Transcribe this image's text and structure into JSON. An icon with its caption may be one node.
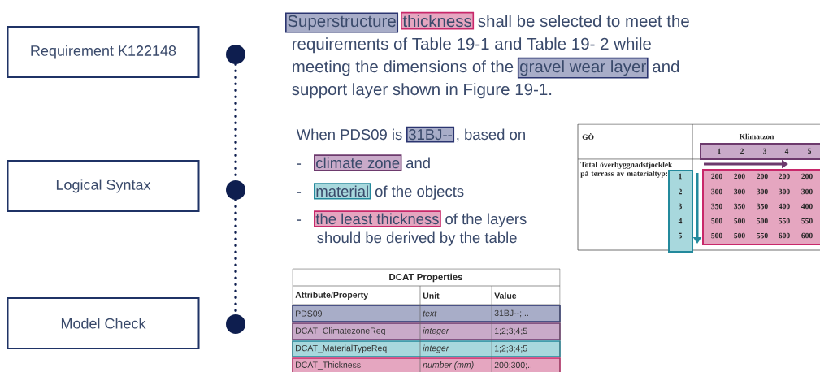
{
  "diagram": {
    "nodes": [
      {
        "text": [
          "Requirement K122148"
        ]
      },
      {
        "text": [
          "Logical Syntax"
        ]
      },
      {
        "text": [
          "Model Check"
        ]
      },
      {
        "text": [],
        "shape": "circle"
      },
      {
        "text": [],
        "shape": "circle"
      },
      {
        "text": [],
        "shape": "circle"
      }
    ],
    "edges": [
      {
        "from": 3,
        "to": 4,
        "arrow": "none",
        "style": "dashed"
      },
      {
        "from": 4,
        "to": 5,
        "arrow": "none",
        "style": "dashed"
      }
    ],
    "labels": [
      "Superstructure",
      "thickness",
      "shall be selected to meet the",
      "requirements of Table 19-1 and Table 19- 2 while",
      "meeting the dimensions of the",
      "gravel wear layer",
      "and",
      "support layer shown in Figure 19-1.",
      "When PDS09 is",
      "31BJ--",
      ", based on",
      "-",
      "climate zone",
      "and",
      "-",
      "material",
      "of the objects",
      "-",
      "the least thickness",
      "of the layers",
      "should be derived by the table",
      "GÖ",
      "Klimatzon",
      "1",
      "2",
      "3",
      "4",
      "5",
      "Total överbyggnadstjocklek på terrass av materialtyp:",
      "1",
      "200",
      "200",
      "200",
      "200",
      "200",
      "2",
      "300",
      "300",
      "300",
      "300",
      "300",
      "3",
      "350",
      "350",
      "350",
      "400",
      "400",
      "4",
      "500",
      "500",
      "500",
      "550",
      "550",
      "5",
      "500",
      "500",
      "550",
      "600",
      "600",
      "DCAT Properties",
      "Attribute/Property",
      "Unit",
      "Value",
      "PDS09",
      "text",
      "31BJ--;...",
      "DCAT_ClimatezoneReq",
      "integer",
      "1;2;3;4;5",
      "DCAT_MaterialTypeReq",
      "integer",
      "1;2;3;4;5",
      "DCAT_Thickness",
      "number (mm)",
      "200;300;.."
    ]
  }
}
